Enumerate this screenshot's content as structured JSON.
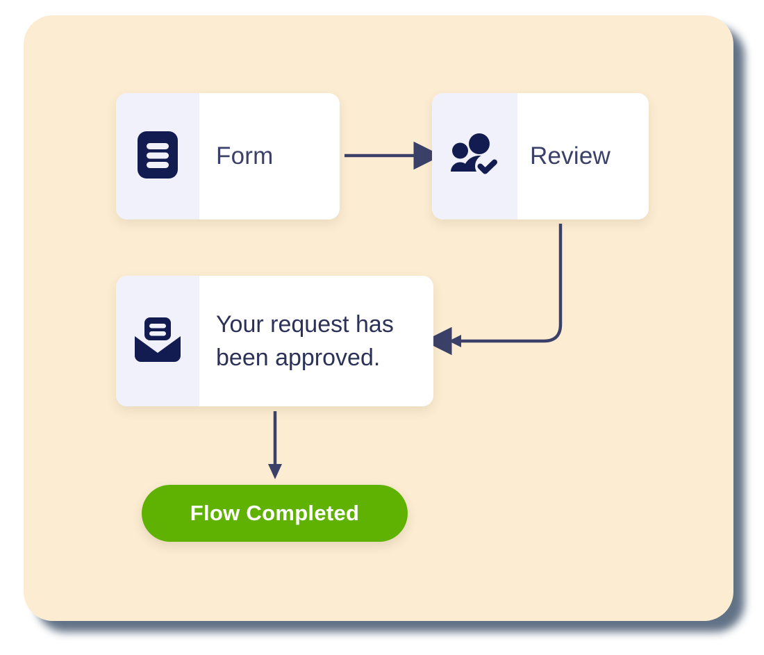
{
  "panel": {
    "background_color": "#fbecd2",
    "shadow_color": "#5a6b80"
  },
  "theme": {
    "icon_pane_color": "#f1f1fb",
    "icon_color": "#121c51",
    "text_color": "#3b4068",
    "connector_color": "#3b4068",
    "success_color": "#5fb202",
    "card_background": "#ffffff"
  },
  "flow": {
    "nodes": [
      {
        "id": "form",
        "icon": "form-document-icon",
        "label": "Form"
      },
      {
        "id": "review",
        "icon": "people-check-icon",
        "label": "Review"
      },
      {
        "id": "message",
        "icon": "open-envelope-icon",
        "label_line_1": "Your request has",
        "label_line_2": "been approved."
      }
    ],
    "completion": {
      "id": "flow-completed",
      "label": "Flow Completed"
    },
    "connectors": [
      {
        "id": "form-to-review",
        "from": "form",
        "to": "review",
        "shape": "straight-right"
      },
      {
        "id": "review-to-message",
        "from": "review",
        "to": "message",
        "shape": "elbow-down-left"
      },
      {
        "id": "message-to-completed",
        "from": "message",
        "to": "flow-completed",
        "shape": "straight-down"
      }
    ]
  }
}
